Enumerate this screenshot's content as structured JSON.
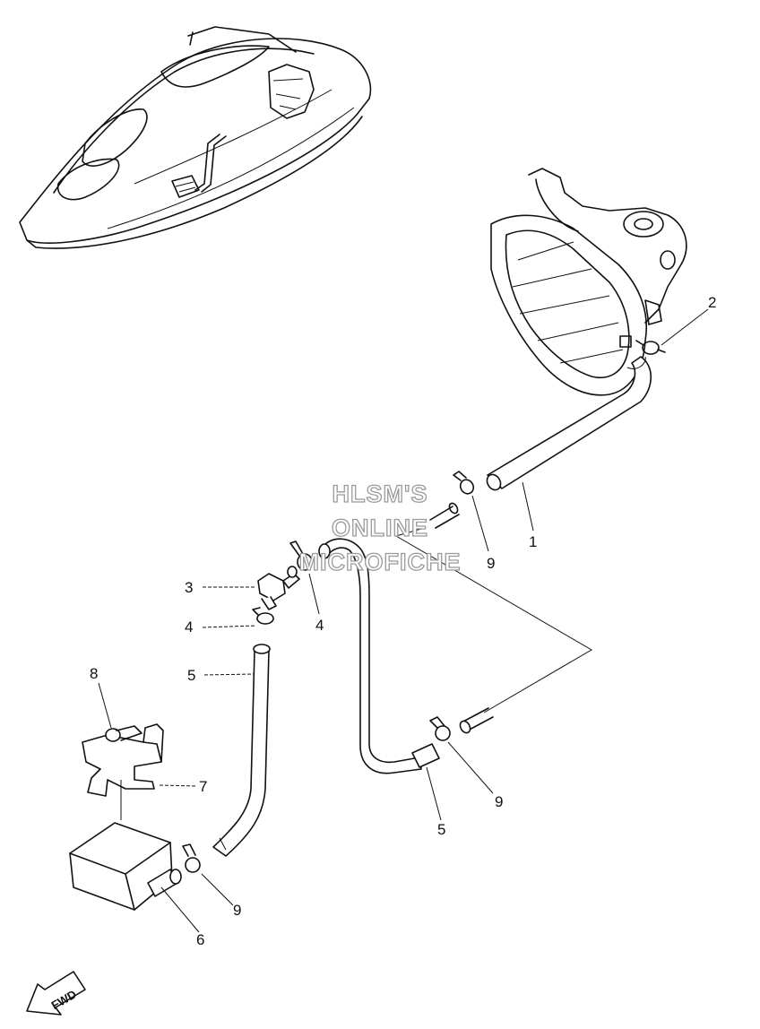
{
  "watermark": {
    "line1": "HLSM'S",
    "line2": "ONLINE",
    "line3": "MICROFICHE"
  },
  "callouts": {
    "c1": "1",
    "c2": "2",
    "c3": "3",
    "c4a": "4",
    "c4b": "4",
    "c5a": "5",
    "c5b": "5",
    "c6": "6",
    "c7": "7",
    "c8": "8",
    "c9a": "9",
    "c9b": "9",
    "c9c": "9"
  },
  "fwd_arrow": "FWD"
}
